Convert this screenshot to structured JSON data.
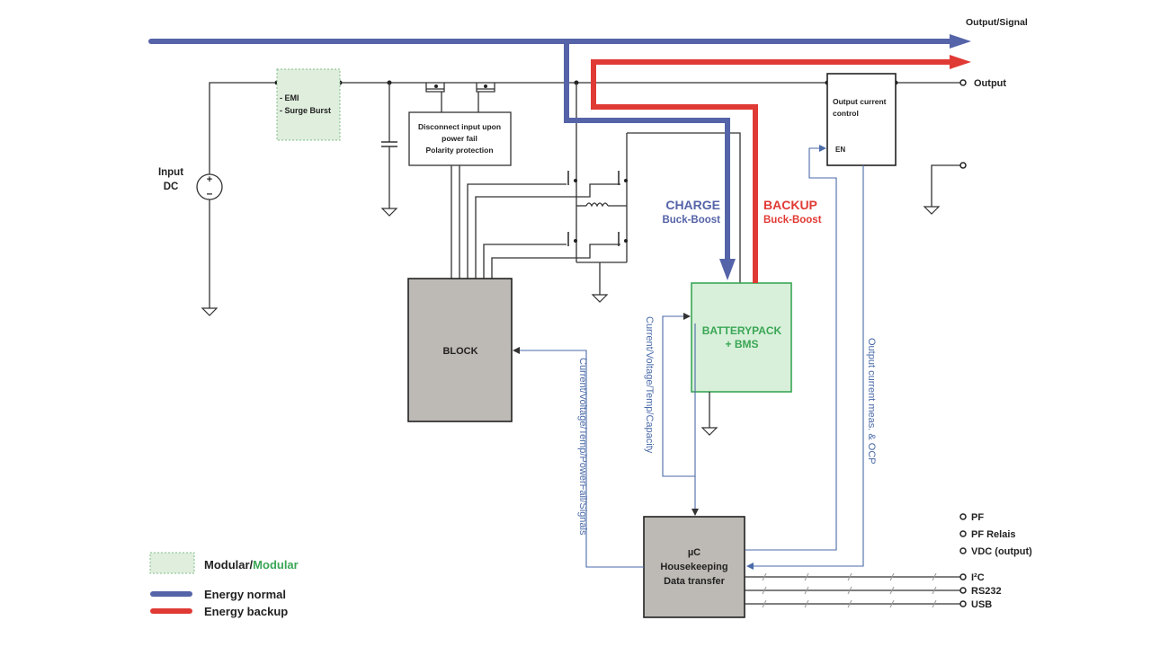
{
  "colors": {
    "energy_normal": "#5563a8",
    "energy_backup": "#e03a35",
    "modular_fill": "#dfeedd",
    "modular_green": "#3aa655",
    "battery_fill": "#d8f0da",
    "block_fill": "#bdb9b4",
    "signal": "#4a6aa8"
  },
  "labels": {
    "output_signal": "Output/Signal",
    "output": "Output",
    "input_dc_line1": "Input",
    "input_dc_line2": "DC",
    "emi_line1": "- EMI",
    "emi_line2": "- Surge Burst",
    "disconnect_line1": "Disconnect input upon",
    "disconnect_line2": "power fail",
    "disconnect_line3": "Polarity protection",
    "output_current_line1": "Output current",
    "output_current_line2": "control",
    "en": "EN",
    "charge_title": "CHARGE",
    "charge_sub": "Buck-Boost",
    "backup_title": "BACKUP",
    "backup_sub": "Buck-Boost",
    "battery_line1": "BATTERYPACK",
    "battery_line2": "+ BMS",
    "block": "BLOCK",
    "uc_line1": "µC",
    "uc_line2": "Housekeeping",
    "uc_line3": "Data transfer",
    "sig_block": "Current/Voltage/Temp/PowerFail/Signals",
    "sig_battery": "Current/Voltage/Temp/Capacity",
    "sig_output": "Output current meas. & OCP"
  },
  "status_outputs": [
    "PF",
    "PF Relais",
    "VDC (output)"
  ],
  "interfaces": [
    "I²C",
    "RS232",
    "USB"
  ],
  "legend": {
    "modular_a": "Modular/",
    "modular_b": "Modular",
    "energy_normal": "Energy normal",
    "energy_backup": "Energy backup"
  }
}
